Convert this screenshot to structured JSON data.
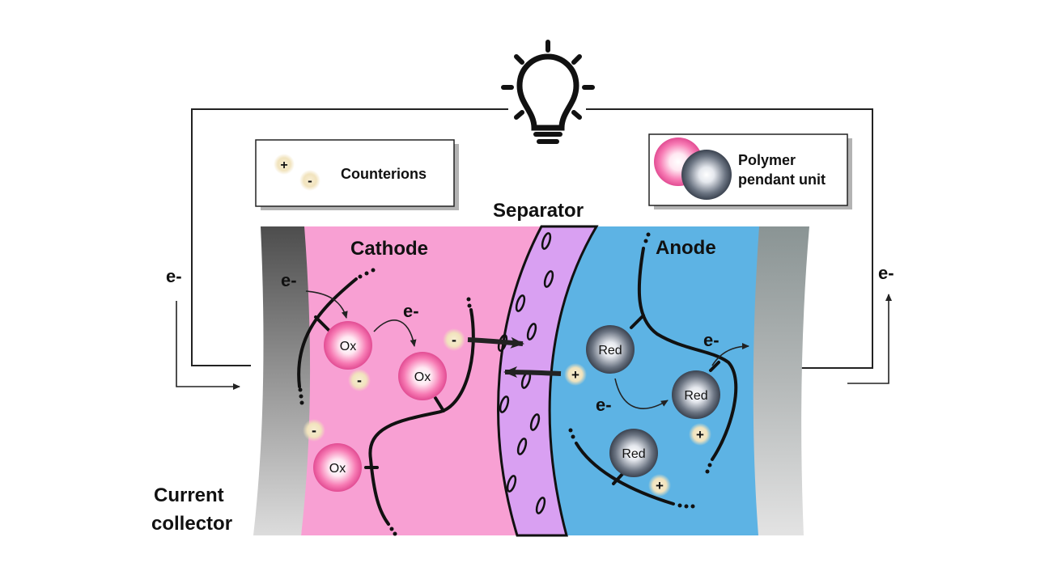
{
  "regions": {
    "cathode": "Cathode",
    "anode": "Anode",
    "separator": "Separator",
    "current_collector_line1": "Current",
    "current_collector_line2": "collector"
  },
  "legend": {
    "counterions": "Counterions",
    "polymer_line1": "Polymer",
    "polymer_line2": "pendant unit"
  },
  "electron_label": "e-",
  "oxidized_label": "Ox",
  "reduced_label": "Red",
  "plus_sign": "+",
  "minus_sign": "-",
  "colors": {
    "cathode": "#f8a0d3",
    "anode": "#5db3e4",
    "separator": "#d9a0f2",
    "collector_dark": "#5a5a5a",
    "collector_light": "#d9d9d9",
    "counterion": "#f3e6c1"
  },
  "icons": [
    "light-bulb-icon"
  ]
}
